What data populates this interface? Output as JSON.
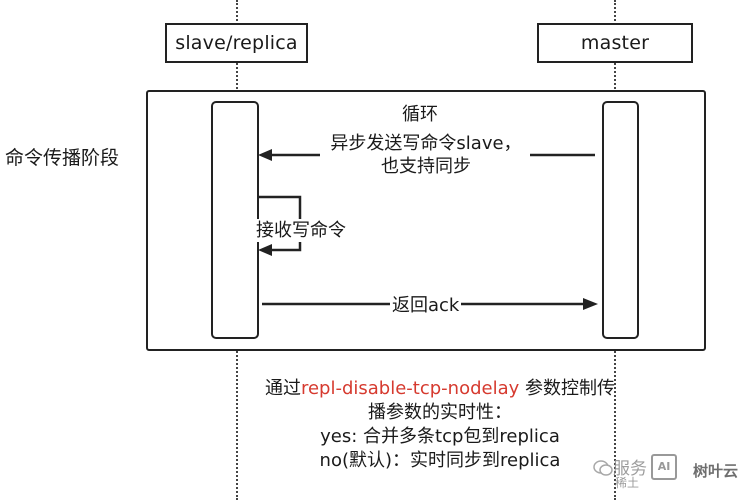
{
  "actors": {
    "slave": "slave/replica",
    "master": "master"
  },
  "phase_label": "命令传播阶段",
  "loop_label": "循环",
  "messages": {
    "async_send_line1": "异步发送写命令slave，",
    "async_send_line2": "也支持同步",
    "receive": "接收写命令",
    "return_ack": "返回ack"
  },
  "note": {
    "prefix": "通过",
    "param": "repl-disable-tcp-nodelay",
    "suffix": " 参数控制传",
    "line2": "播参数的实时性：",
    "line3": "yes: 合并多条tcp包到replica",
    "line4": "no(默认)：实时同步到replica"
  },
  "watermark": {
    "line1": "服务",
    "line2": "稀土",
    "badge": "AI",
    "brand": "树叶云"
  },
  "colors": {
    "highlight": "#d63a2f",
    "line": "#222222"
  }
}
